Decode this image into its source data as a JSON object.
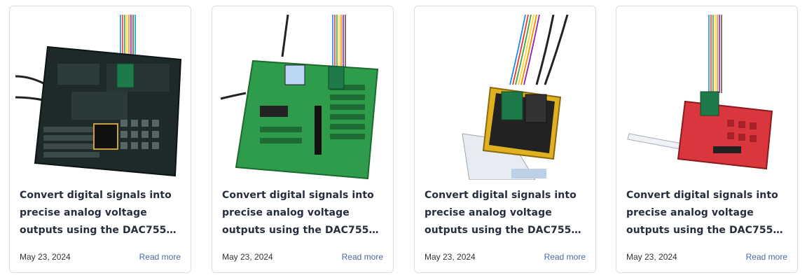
{
  "cards": [
    {
      "image_label": "DAC board on black development board",
      "title": "Convert digital signals into precise analog voltage outputs using the DAC755…",
      "date": "May 23, 2024",
      "read_more": "Read more"
    },
    {
      "image_label": "DAC board on green development board",
      "title": "Convert digital signals into precise analog voltage outputs using the DAC755…",
      "date": "May 23, 2024",
      "read_more": "Read more"
    },
    {
      "image_label": "DAC board on adapter with Nucleo board",
      "title": "Convert digital signals into precise analog voltage outputs using the DAC755…",
      "date": "May 23, 2024",
      "read_more": "Read more"
    },
    {
      "image_label": "DAC board on red Curiosity board",
      "title": "Convert digital signals into precise analog voltage outputs using the DAC755…",
      "date": "May 23, 2024",
      "read_more": "Read more"
    }
  ],
  "colors": {
    "title": "#262d3d",
    "link": "#4a6aa0",
    "card_border": "#dcdcdc",
    "board_black": "#1e2a2a",
    "board_green": "#2e9c4a",
    "board_yellow": "#e0b020",
    "board_red": "#d9363e",
    "click_board": "#1f7a4a"
  }
}
